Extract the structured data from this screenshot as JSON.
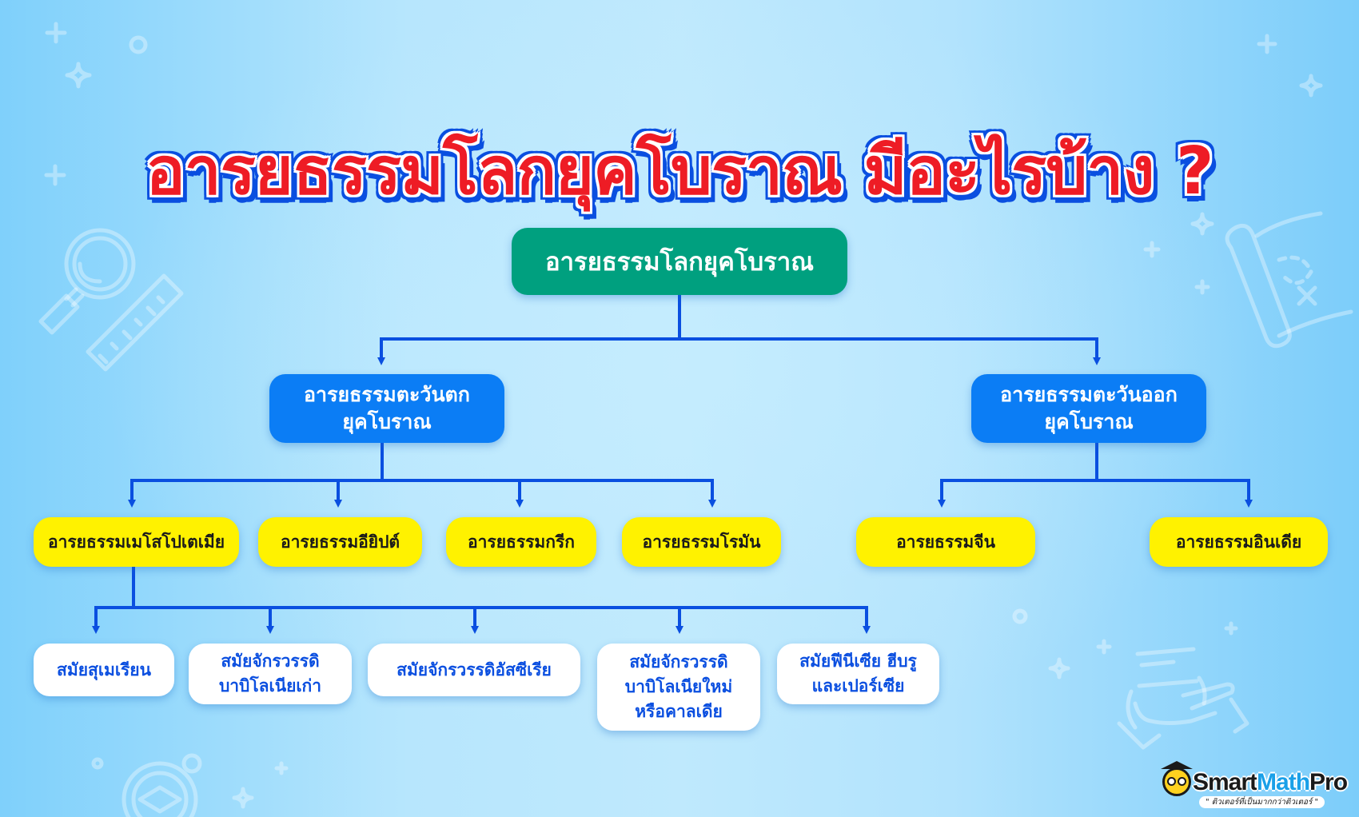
{
  "title": "อารยธรรมโลกยุคโบราณ มีอะไรบ้าง ?",
  "diagram": {
    "root": {
      "label": "อารยธรรมโลกยุคโบราณ",
      "color": "#00a07f"
    },
    "branches": [
      {
        "label_line1": "อารยธรรมตะวันตก",
        "label_line2": "ยุคโบราณ",
        "color": "#0b7df5",
        "children": [
          {
            "label": "อารยธรรมเมโสโปเตเมีย",
            "children": [
              {
                "line1": "สมัยสุเมเรียน"
              },
              {
                "line1": "สมัยจักรวรรดิ",
                "line2": "บาบิโลเนียเก่า"
              },
              {
                "line1": "สมัยจักรวรรดิอัสซีเรีย"
              },
              {
                "line1": "สมัยจักรวรรดิ",
                "line2": "บาบิโลเนียใหม่",
                "line3": "หรือคาลเดีย"
              },
              {
                "line1": "สมัยฟีนีเซีย ฮีบรู",
                "line2": "และเปอร์เซีย"
              }
            ]
          },
          {
            "label": "อารยธรรมอียิปต์"
          },
          {
            "label": "อารยธรรมกรีก"
          },
          {
            "label": "อารยธรรมโรมัน"
          }
        ]
      },
      {
        "label_line1": "อารยธรรมตะวันออก",
        "label_line2": "ยุคโบราณ",
        "color": "#0b7df5",
        "children": [
          {
            "label": "อารยธรรมจีน"
          },
          {
            "label": "อารยธรรมอินเดีย"
          }
        ]
      }
    ],
    "colors": {
      "connector": "#0a4fe0",
      "civilization_box": "#fff200",
      "era_box": "#ffffff",
      "era_text": "#0b4fe0",
      "title_fill": "#ee1c25",
      "title_outline": "#0a4fe0"
    }
  },
  "logo": {
    "brand_part1": "Smart",
    "brand_part2": "Math",
    "brand_part3": "Pro",
    "tagline": "\" ติวเตอร์ที่เป็นมากกว่าติวเตอร์ \""
  },
  "decorations": [
    "magnifier-icon",
    "ruler-icon",
    "treasure-map-icon",
    "hand-writing-icon",
    "compass-icon",
    "sparkle-icon",
    "plus-icon",
    "circle-icon"
  ]
}
